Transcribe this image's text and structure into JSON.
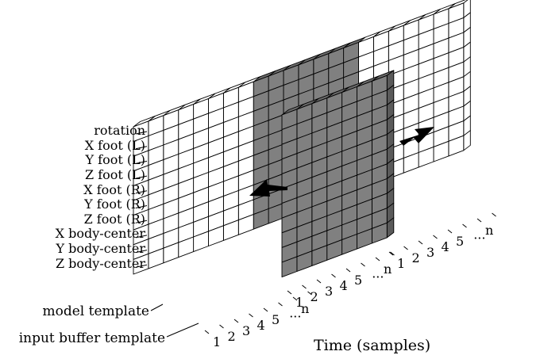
{
  "row_labels": [
    "rotation",
    "X foot (L)",
    "Y foot (L)",
    "Z foot (L)",
    "X foot (R)",
    "Y foot (R)",
    "Z foot (R)",
    "X body-center",
    "Y body-center",
    "Z body-center"
  ],
  "template_labels": {
    "model": "model template",
    "input": "input buffer template"
  },
  "axis_label": "Time (samples)",
  "tick_rows": [
    [
      "1",
      "2",
      "3",
      "4",
      "5",
      "...",
      "n"
    ],
    [
      "1",
      "2",
      "3",
      "4",
      "5",
      "...",
      "n"
    ],
    [
      "1",
      "2",
      "3",
      "4",
      "5",
      "...",
      "n"
    ]
  ],
  "colors": {
    "highlight": "#808080",
    "cell": "#ffffff",
    "line": "#000000"
  }
}
